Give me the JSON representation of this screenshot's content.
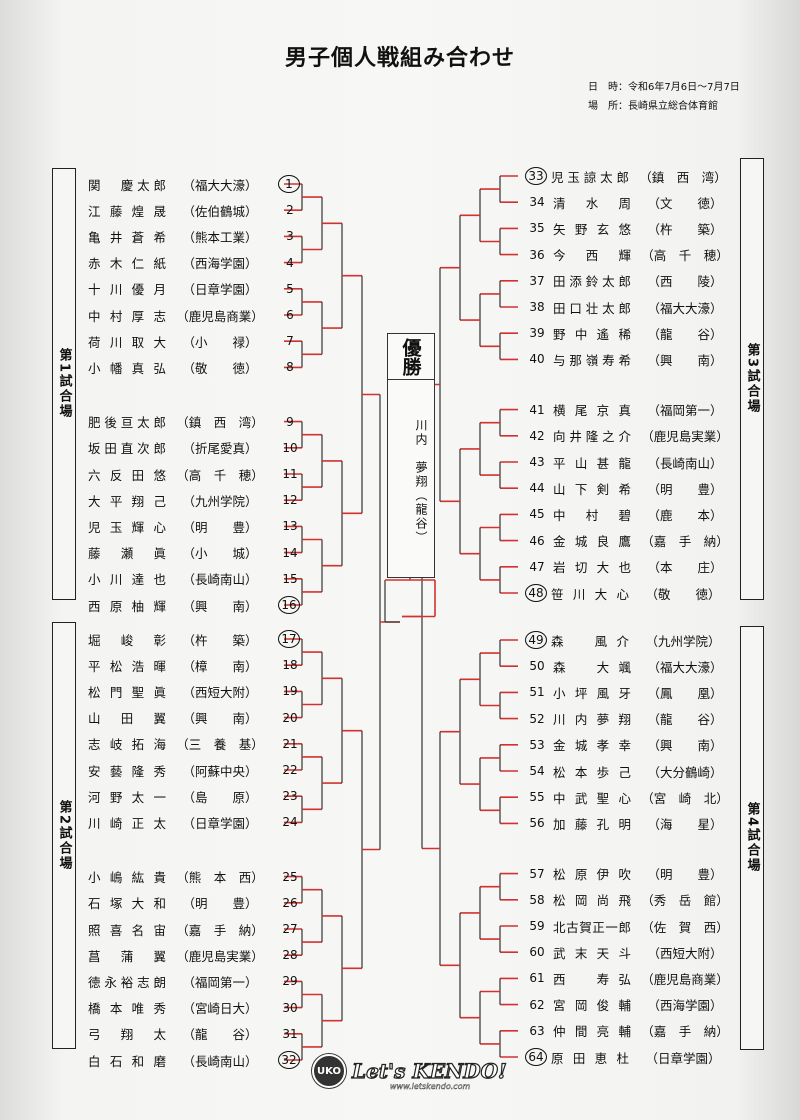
{
  "title": "男子個人戦組み合わせ",
  "info": {
    "date_label": "日　時：",
    "date_value": "令和6年7月6日～7月7日",
    "place_label": "場　所：",
    "place_value": "長崎県立総合体育館"
  },
  "venues": [
    "第1試合場",
    "第2試合場",
    "第3試合場",
    "第4試合場"
  ],
  "final": {
    "title": "優勝",
    "winner": "川内　夢翔（龍谷）"
  },
  "logo": {
    "badge": "UKO",
    "text": "Let's KENDO!",
    "url": "www.letskendo.com"
  },
  "accent_color": "#d0332f",
  "players": [
    {
      "num": "1",
      "name": "関　慶太郎",
      "school": "（福大大濠）",
      "circled": true
    },
    {
      "num": "2",
      "name": "江藤煌晟",
      "school": "（佐伯鶴城）",
      "circled": false
    },
    {
      "num": "3",
      "name": "亀井蒼希",
      "school": "（熊本工業）",
      "circled": false
    },
    {
      "num": "4",
      "name": "赤木仁紙",
      "school": "（西海学園）",
      "circled": false
    },
    {
      "num": "5",
      "name": "十川優月",
      "school": "（日章学園）",
      "circled": false
    },
    {
      "num": "6",
      "name": "中村厚志",
      "school": "（鹿児島商業）",
      "circled": false
    },
    {
      "num": "7",
      "name": "荷川取大",
      "school": "（小　　禄）",
      "circled": false
    },
    {
      "num": "8",
      "name": "小幡真弘",
      "school": "（敬　　徳）",
      "circled": false
    },
    {
      "num": "9",
      "name": "肥後亘太郎",
      "school": "（鎮　西　湾）",
      "circled": false
    },
    {
      "num": "10",
      "name": "坂田直次郎",
      "school": "（折尾愛真）",
      "circled": false
    },
    {
      "num": "11",
      "name": "六反田悠",
      "school": "（高　千　穂）",
      "circled": false
    },
    {
      "num": "12",
      "name": "大平翔己",
      "school": "（九州学院）",
      "circled": false
    },
    {
      "num": "13",
      "name": "児玉輝心",
      "school": "（明　　豊）",
      "circled": false
    },
    {
      "num": "14",
      "name": "藤瀬眞",
      "school": "（小　　城）",
      "circled": false
    },
    {
      "num": "15",
      "name": "小川達也",
      "school": "（長崎南山）",
      "circled": false
    },
    {
      "num": "16",
      "name": "西原柚輝",
      "school": "（興　　南）",
      "circled": true
    },
    {
      "num": "17",
      "name": "堀峻彰",
      "school": "（杵　　築）",
      "circled": true
    },
    {
      "num": "18",
      "name": "平松浩暉",
      "school": "（樟　　南）",
      "circled": false
    },
    {
      "num": "19",
      "name": "松門聖眞",
      "school": "（西短大附）",
      "circled": false
    },
    {
      "num": "20",
      "name": "山田翼",
      "school": "（興　　南）",
      "circled": false
    },
    {
      "num": "21",
      "name": "志岐拓海",
      "school": "（三　養　基）",
      "circled": false
    },
    {
      "num": "22",
      "name": "安藝隆秀",
      "school": "（阿蘇中央）",
      "circled": false
    },
    {
      "num": "23",
      "name": "河野太一",
      "school": "（島　　原）",
      "circled": false
    },
    {
      "num": "24",
      "name": "川崎正太",
      "school": "（日章学園）",
      "circled": false
    },
    {
      "num": "25",
      "name": "小嶋紘貴",
      "school": "（熊　本　西）",
      "circled": false
    },
    {
      "num": "26",
      "name": "石塚大和",
      "school": "（明　　豊）",
      "circled": false
    },
    {
      "num": "27",
      "name": "照喜名宙",
      "school": "（嘉　手　納）",
      "circled": false
    },
    {
      "num": "28",
      "name": "菖蒲翼",
      "school": "（鹿児島実業）",
      "circled": false
    },
    {
      "num": "29",
      "name": "徳永裕志朗",
      "school": "（福岡第一）",
      "circled": false
    },
    {
      "num": "30",
      "name": "橋本唯秀",
      "school": "（宮崎日大）",
      "circled": false
    },
    {
      "num": "31",
      "name": "弓翔太",
      "school": "（龍　　谷）",
      "circled": false
    },
    {
      "num": "32",
      "name": "白石和磨",
      "school": "（長崎南山）",
      "circled": true
    },
    {
      "num": "33",
      "name": "児玉諒太郎",
      "school": "（鎮　西　湾）",
      "circled": true
    },
    {
      "num": "34",
      "name": "清水周",
      "school": "（文　　徳）",
      "circled": false
    },
    {
      "num": "35",
      "name": "矢野玄悠",
      "school": "（杵　　築）",
      "circled": false
    },
    {
      "num": "36",
      "name": "今西輝",
      "school": "（高　千　穂）",
      "circled": false
    },
    {
      "num": "37",
      "name": "田添鈴太郎",
      "school": "（西　　陵）",
      "circled": false
    },
    {
      "num": "38",
      "name": "田口壮太郎",
      "school": "（福大大濠）",
      "circled": false
    },
    {
      "num": "39",
      "name": "野中遙稀",
      "school": "（龍　　谷）",
      "circled": false
    },
    {
      "num": "40",
      "name": "与那嶺寿希",
      "school": "（興　　南）",
      "circled": false
    },
    {
      "num": "41",
      "name": "横尾京真",
      "school": "（福岡第一）",
      "circled": false
    },
    {
      "num": "42",
      "name": "向井隆之介",
      "school": "（鹿児島実業）",
      "circled": false
    },
    {
      "num": "43",
      "name": "平山甚龍",
      "school": "（長崎南山）",
      "circled": false
    },
    {
      "num": "44",
      "name": "山下剣希",
      "school": "（明　　豊）",
      "circled": false
    },
    {
      "num": "45",
      "name": "中村碧",
      "school": "（鹿　　本）",
      "circled": false
    },
    {
      "num": "46",
      "name": "金城良鷹",
      "school": "（嘉　手　納）",
      "circled": false
    },
    {
      "num": "47",
      "name": "岩切大也",
      "school": "（本　　庄）",
      "circled": false
    },
    {
      "num": "48",
      "name": "笹川大心",
      "school": "（敬　　徳）",
      "circled": true
    },
    {
      "num": "49",
      "name": "森　風介",
      "school": "（九州学院）",
      "circled": true
    },
    {
      "num": "50",
      "name": "森　大颯",
      "school": "（福大大濠）",
      "circled": false
    },
    {
      "num": "51",
      "name": "小坪風牙",
      "school": "（鳳　　凰）",
      "circled": false
    },
    {
      "num": "52",
      "name": "川内夢翔",
      "school": "（龍　　谷）",
      "circled": false
    },
    {
      "num": "53",
      "name": "金城孝幸",
      "school": "（興　　南）",
      "circled": false
    },
    {
      "num": "54",
      "name": "松本歩己",
      "school": "（大分鶴崎）",
      "circled": false
    },
    {
      "num": "55",
      "name": "中武聖心",
      "school": "（宮　崎　北）",
      "circled": false
    },
    {
      "num": "56",
      "name": "加藤孔明",
      "school": "（海　　星）",
      "circled": false
    },
    {
      "num": "57",
      "name": "松原伊吹",
      "school": "（明　　豊）",
      "circled": false
    },
    {
      "num": "58",
      "name": "松岡尚飛",
      "school": "（秀　岳　館）",
      "circled": false
    },
    {
      "num": "59",
      "name": "北古賀正一郎",
      "school": "（佐　賀　西）",
      "circled": false
    },
    {
      "num": "60",
      "name": "武末天斗",
      "school": "（西短大附）",
      "circled": false
    },
    {
      "num": "61",
      "name": "西　寿弘",
      "school": "（鹿児島商業）",
      "circled": false
    },
    {
      "num": "62",
      "name": "宮岡俊輔",
      "school": "（西海学園）",
      "circled": false
    },
    {
      "num": "63",
      "name": "仲間亮輔",
      "school": "（嘉　手　納）",
      "circled": false
    },
    {
      "num": "64",
      "name": "原田恵杜",
      "school": "（日章学園）",
      "circled": true
    }
  ]
}
